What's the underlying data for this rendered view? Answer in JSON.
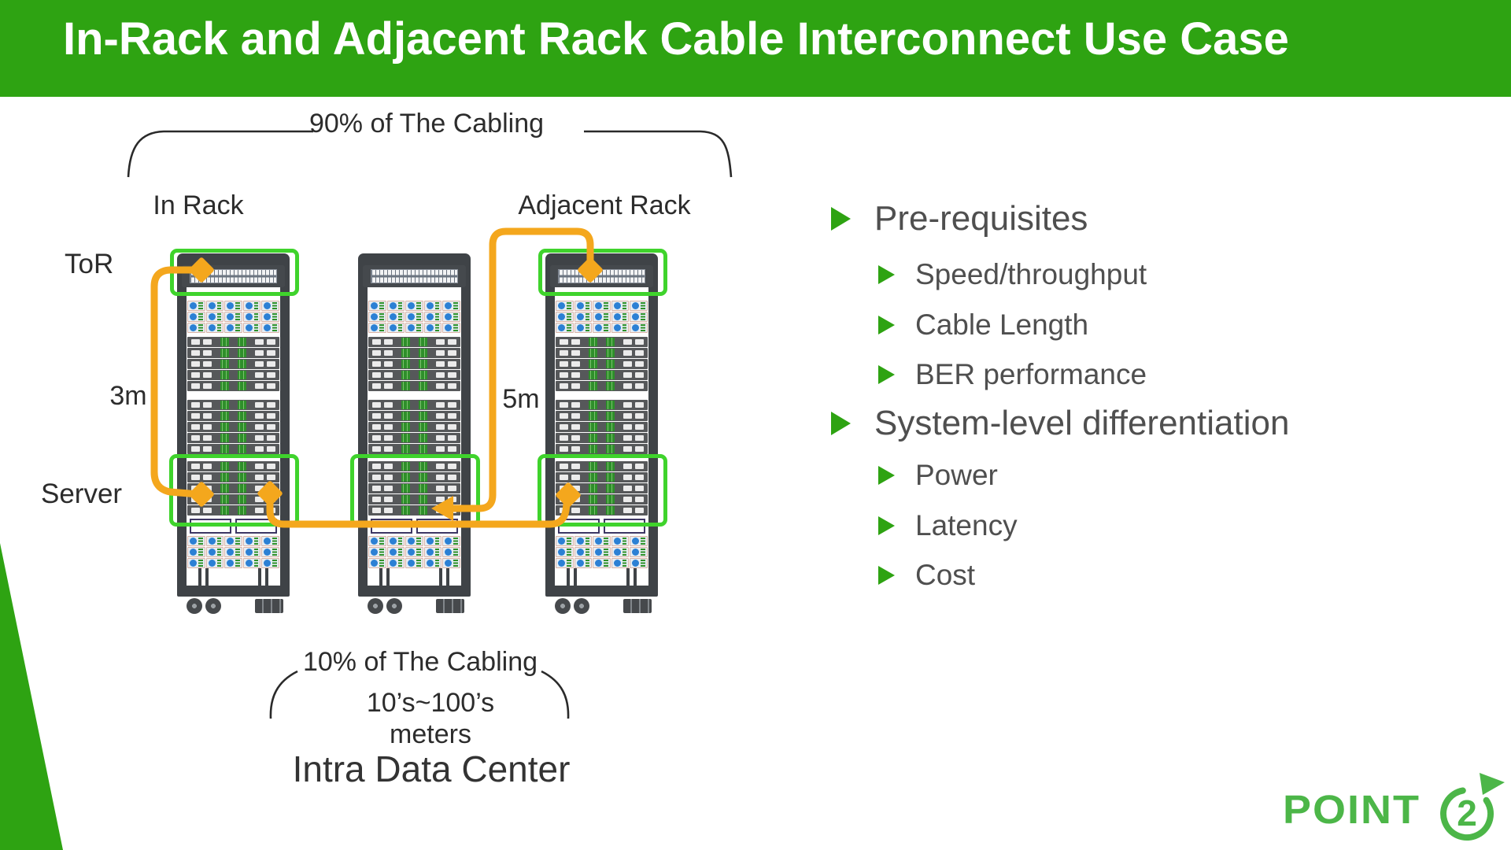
{
  "slide": {
    "title": "In-Rack and Adjacent Rack Cable Interconnect Use Case"
  },
  "diagram": {
    "top_brace_label": "90% of The Cabling",
    "in_rack_label": "In Rack",
    "adjacent_rack_label": "Adjacent Rack",
    "tor_label": "ToR",
    "server_label": "Server",
    "in_rack_cable_length": "3m",
    "adjacent_rack_cable_length": "5m",
    "racks": [
      {
        "name": "in-rack",
        "tor_highlighted": true,
        "server_highlighted": true
      },
      {
        "name": "middle-rack",
        "tor_highlighted": false,
        "server_highlighted": true
      },
      {
        "name": "adjacent-rack",
        "tor_highlighted": true,
        "server_highlighted": true
      }
    ],
    "bottom_brace_label": "10% of The Cabling",
    "distance_range": "10’s~100’s",
    "distance_unit": "meters",
    "bottom_title": "Intra Data Center"
  },
  "bullets": [
    {
      "label": "Pre-requisites",
      "level": 1
    },
    {
      "label": "Speed/throughput",
      "level": 2
    },
    {
      "label": "Cable Length",
      "level": 2
    },
    {
      "label": "BER performance",
      "level": 2
    },
    {
      "label": "System-level differentiation",
      "level": 1
    },
    {
      "label": "Power",
      "level": 2
    },
    {
      "label": "Latency",
      "level": 2
    },
    {
      "label": "Cost",
      "level": 2
    }
  ],
  "logo": {
    "brand": "POINT",
    "badge_number": "2"
  },
  "colors": {
    "header_green": "#2EA312",
    "highlight_green": "#3FD32C",
    "cable_orange": "#F4A71D",
    "logo_green": "#4CB648",
    "bullet_green": "#2EA312"
  }
}
